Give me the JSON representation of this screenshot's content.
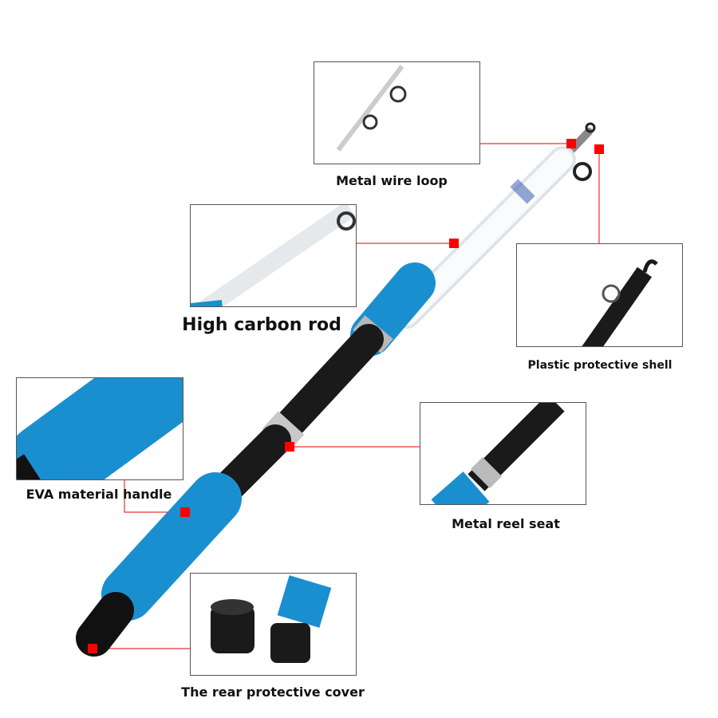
{
  "callouts": [
    {
      "id": "wire-loop",
      "label": "Metal wire loop"
    },
    {
      "id": "carbon-rod",
      "label": "High carbon rod"
    },
    {
      "id": "protective-shell",
      "label": "Plastic protective shell"
    },
    {
      "id": "eva-handle",
      "label": "EVA material handle"
    },
    {
      "id": "reel-seat",
      "label": "Metal reel seat"
    },
    {
      "id": "rear-cover",
      "label": "The rear protective cover"
    }
  ],
  "colors": {
    "marker": "#ff0000",
    "grip": "#1a8fd0",
    "blank": "#f4f6f8",
    "black": "#1a1a1a",
    "metal": "#b8b8b8"
  }
}
